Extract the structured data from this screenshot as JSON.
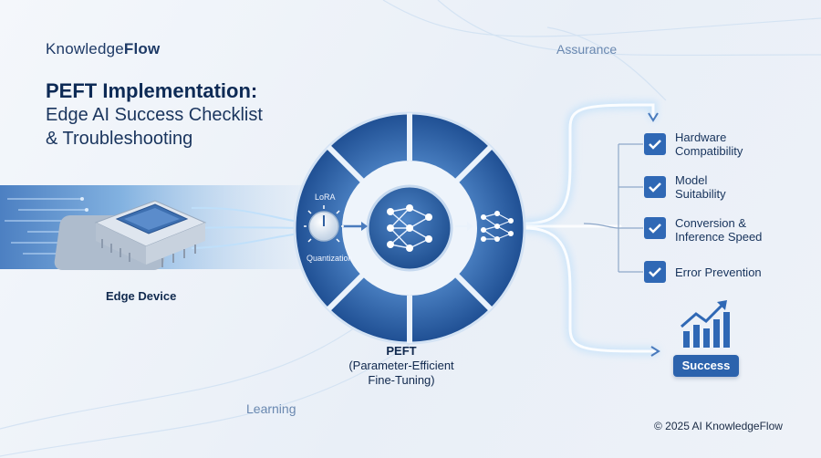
{
  "brand": {
    "prefix": "Knowledge",
    "suffix": "Flow"
  },
  "title": {
    "line1": "PEFT Implementation:",
    "line2": "Edge AI Success Checklist",
    "line3": "& Troubleshooting"
  },
  "labels": {
    "assurance": "Assurance",
    "learning": "Learning",
    "edge_device": "Edge Device",
    "lora": "LoRA",
    "quantization": "Quantization"
  },
  "peft": {
    "title": "PEFT",
    "subtitle_line1": "(Parameter-Efficient",
    "subtitle_line2": "Fine-Tuning)"
  },
  "checklist": [
    {
      "line1": "Hardware",
      "line2": "Compatibility"
    },
    {
      "line1": "Model",
      "line2": "Suitability"
    },
    {
      "line1": "Conversion &",
      "line2": "Inference Speed"
    },
    {
      "line1": "Error Prevention",
      "line2": ""
    }
  ],
  "success_label": "Success",
  "copyright": "© 2025 AI KnowledgeFlow",
  "colors": {
    "primary": "#2f68b5",
    "dark": "#0d2a55",
    "glow": "#8fc4f0",
    "ring": "#3d72b8"
  }
}
